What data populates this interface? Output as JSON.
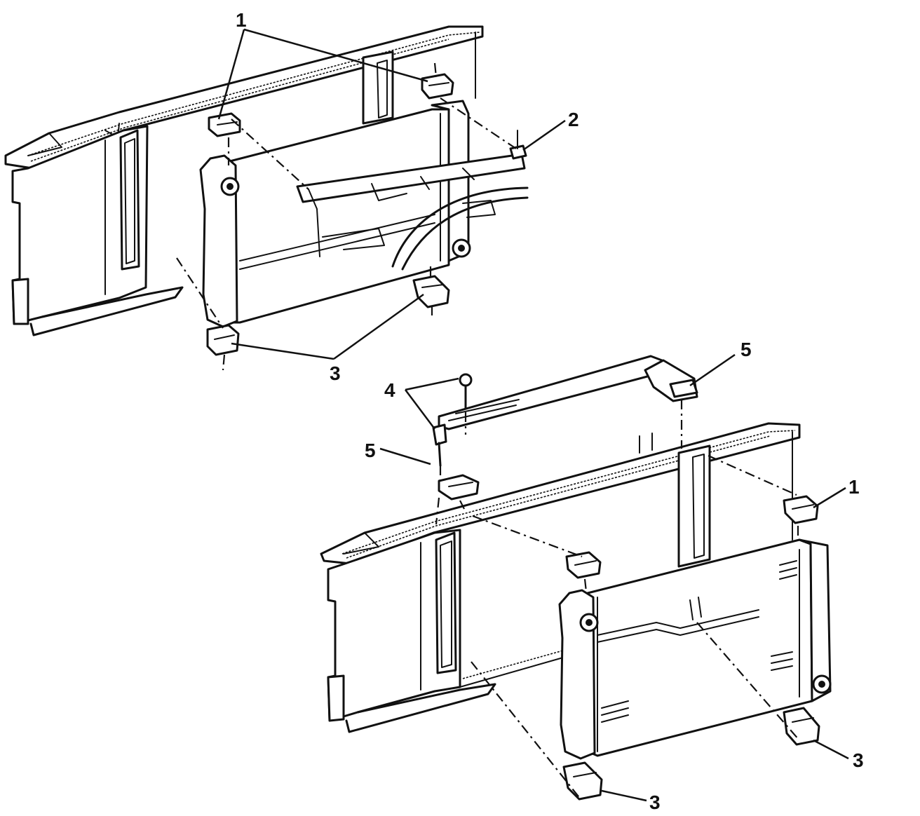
{
  "callouts": {
    "top_1": "1",
    "top_2": "2",
    "top_3": "3",
    "bottom_4": "4",
    "bottom_5_left": "5",
    "bottom_5_right": "5",
    "bottom_1": "1",
    "bottom_3_right": "3",
    "bottom_3_left": "3"
  },
  "colors": {
    "ink": "#111111",
    "paper": "#ffffff"
  }
}
